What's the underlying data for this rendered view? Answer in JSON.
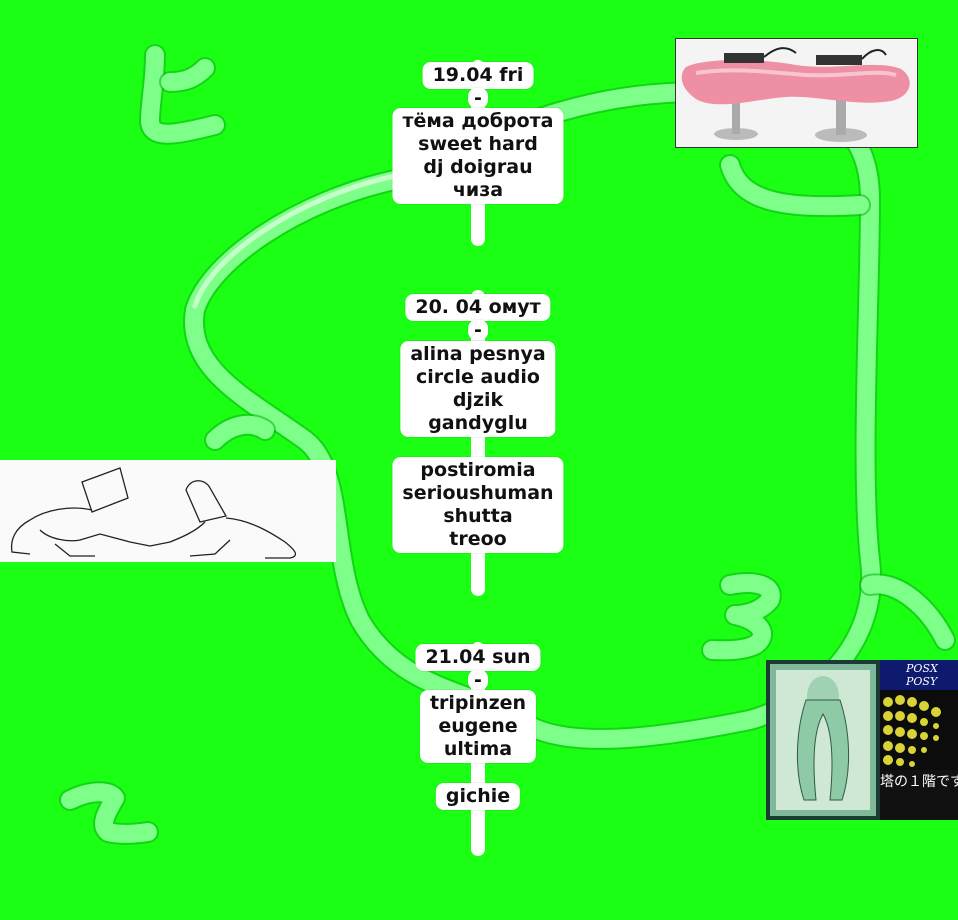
{
  "events": [
    {
      "header": "19.04  fri",
      "sep": "-",
      "artists": [
        "тёма   доброта",
        "sweet  hard",
        "dj doigrau",
        "чиза"
      ]
    },
    {
      "header": "20.  04  омут",
      "sep": "-",
      "artists": [
        "alina  pesnya",
        "circle audio",
        "djzik",
        "gandyglu"
      ],
      "artists2": [
        "postiromia",
        "serioushuman",
        "shutta",
        "treoo"
      ]
    },
    {
      "header": "21.04 sun",
      "sep": "-",
      "artists": [
        "tripinzen",
        "eugene",
        "ultima"
      ],
      "extra": "gichie"
    }
  ],
  "game_screen": {
    "pos_x": "POSX",
    "pos_y": "POSY",
    "caption": "塔の１階です。"
  },
  "icons": {
    "turntable_photo": "pink-dj-turntable-image",
    "figures_drawing": "cone-head-figures-drawing",
    "pixel_art": "pixel-art-girl-image"
  },
  "colors": {
    "background": "#1bff14",
    "tube": "#7dff8a",
    "pill": "#ffffff"
  }
}
